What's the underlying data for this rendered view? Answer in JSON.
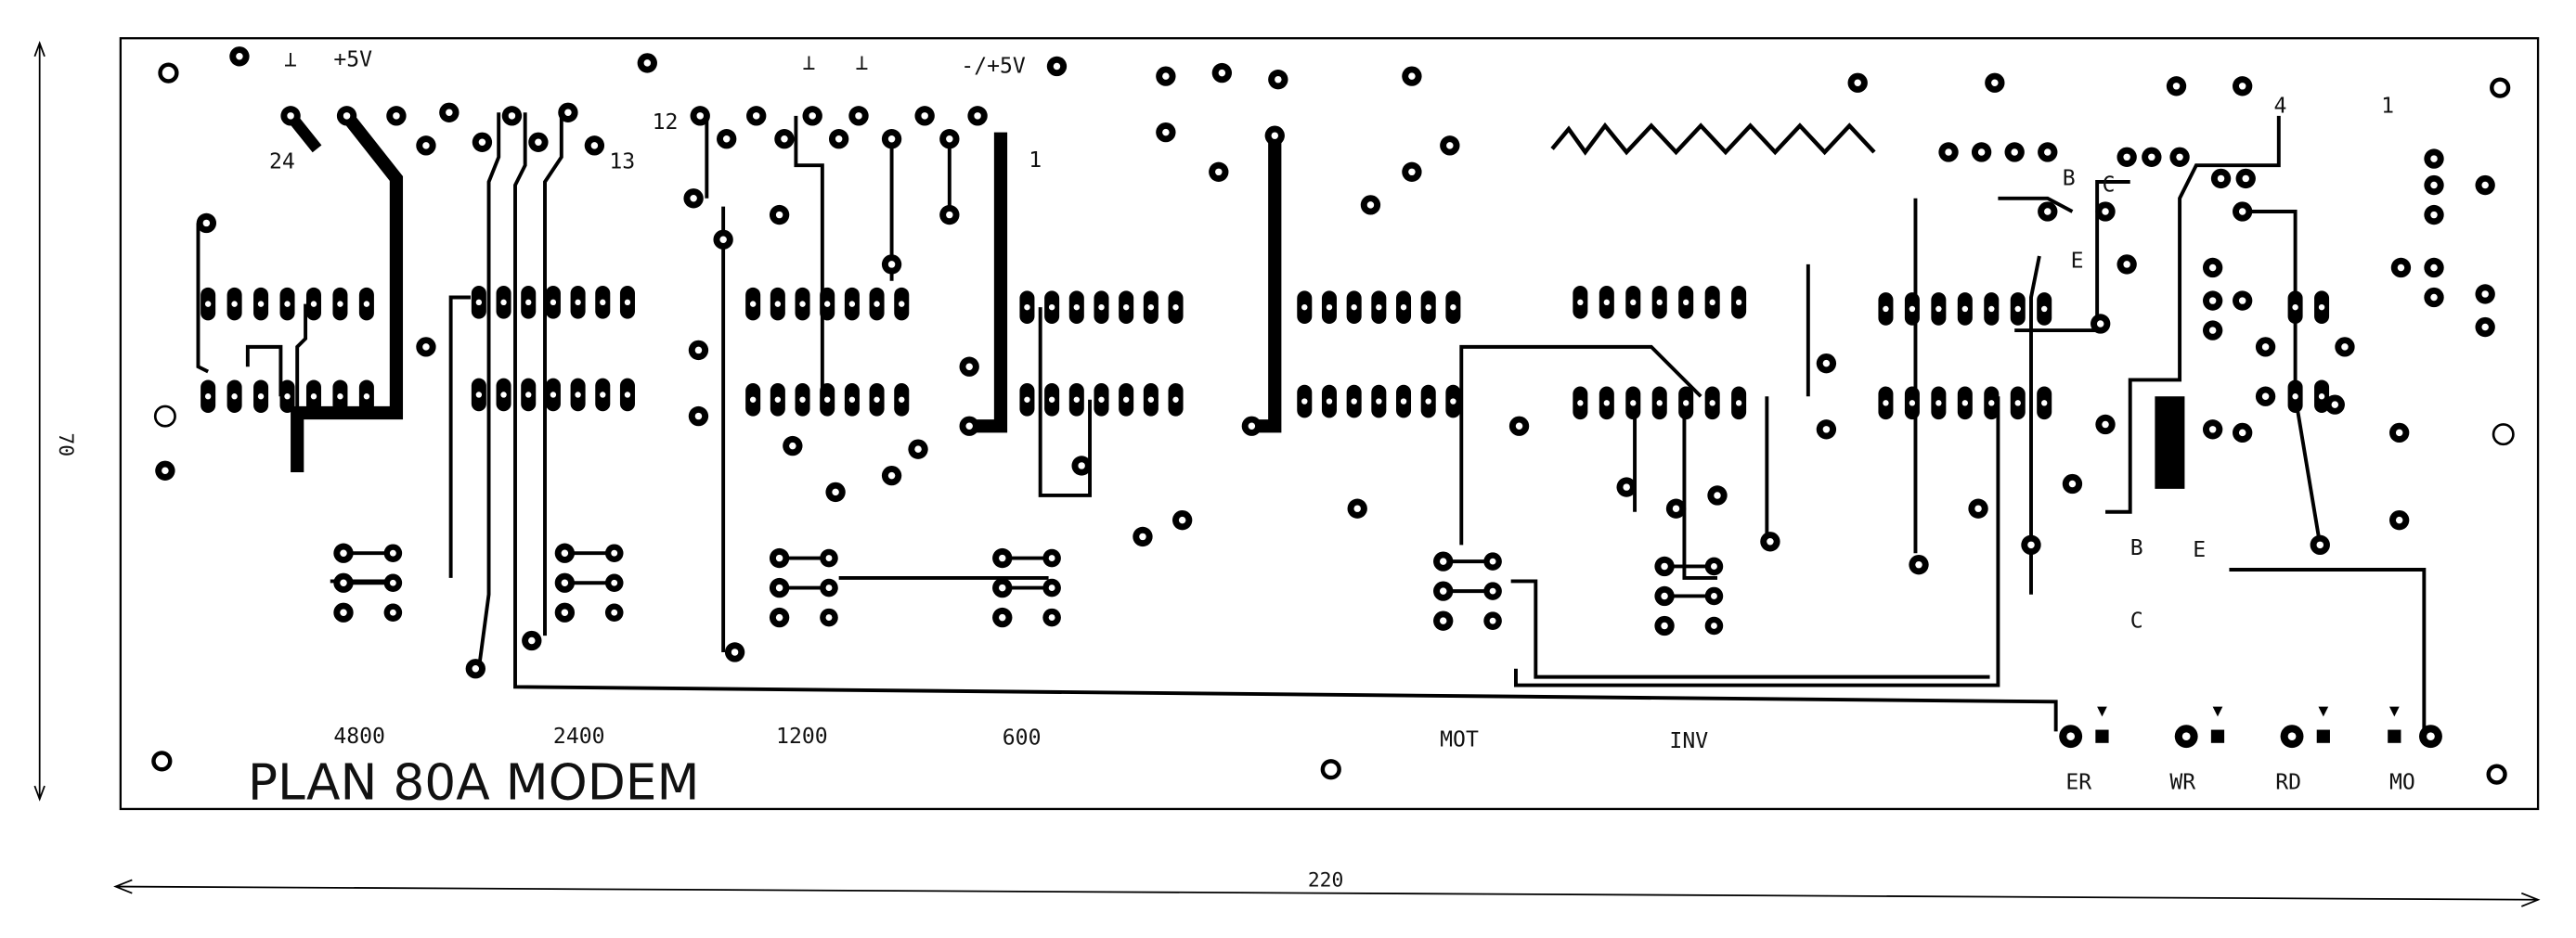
{
  "title": "PLAN 80A MODEM",
  "dimensions": {
    "width_label": "220",
    "height_label": "70"
  },
  "power_labels": {
    "ground_a": "⊥",
    "plus5v": "+5V",
    "ground_b": "⊥",
    "ground_c": "⊥",
    "plusminus5v": "-/+5V"
  },
  "pin_labels": {
    "pin24": "24",
    "pin12": "12",
    "pin13": "13",
    "pin1_ic": "1",
    "pin4_opto": "4",
    "pin1_opto": "1"
  },
  "transistor_labels": {
    "t1": {
      "b": "B",
      "c": "C",
      "e": "E"
    },
    "t2": {
      "b": "B",
      "e": "E",
      "c": "C"
    }
  },
  "baud_labels": [
    "4800",
    "2400",
    "1200",
    "600"
  ],
  "switch_labels": {
    "mot": "MOT",
    "inv": "INV"
  },
  "led_labels": [
    "ER",
    "WR",
    "RD",
    "MO"
  ],
  "colors": {
    "copper": "#000000",
    "board": "#ffffff"
  }
}
